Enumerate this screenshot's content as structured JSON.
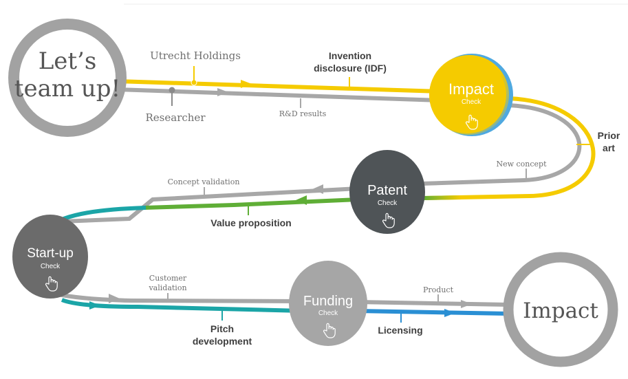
{
  "start_circle": {
    "line1": "Let’s",
    "line2": "team up!"
  },
  "end_circle": {
    "label": "Impact"
  },
  "labels": {
    "utrecht_holdings": "Utrecht Holdings",
    "researcher": "Researcher",
    "invention_line1": "Invention",
    "invention_line2": "disclosure (IDF)",
    "rd_results": "R&D results",
    "prior_line1": "Prior",
    "prior_line2": "art",
    "new_concept": "New concept",
    "concept_validation": "Concept validation",
    "value_proposition": "Value proposition",
    "customer_line1": "Customer",
    "customer_line2": "validation",
    "pitch_line1": "Pitch",
    "pitch_line2": "development",
    "product": "Product",
    "licensing": "Licensing"
  },
  "checks": {
    "impact": {
      "title": "Impact",
      "sub": "Check"
    },
    "patent": {
      "title": "Patent",
      "sub": "Check"
    },
    "startup": {
      "title": "Start-up",
      "sub": "Check"
    },
    "funding": {
      "title": "Funding",
      "sub": "Check"
    }
  },
  "icons": {
    "check_pointer": "hand-pointer-icon",
    "arrow": "arrowhead-icon"
  },
  "colors": {
    "yellow": "#F5CB00",
    "gray_line": "#A7A7A7",
    "green": "#5FAE36",
    "teal": "#1BA5A7",
    "blue": "#2A8FD4",
    "ring": "#A2A2A2",
    "text_gray": "#6F6F6F",
    "text_dark": "#3E3E3E",
    "patent_fill": "#4F5457",
    "startup_fill": "#6B6B6B",
    "funding_fill": "#A6A6A6"
  }
}
